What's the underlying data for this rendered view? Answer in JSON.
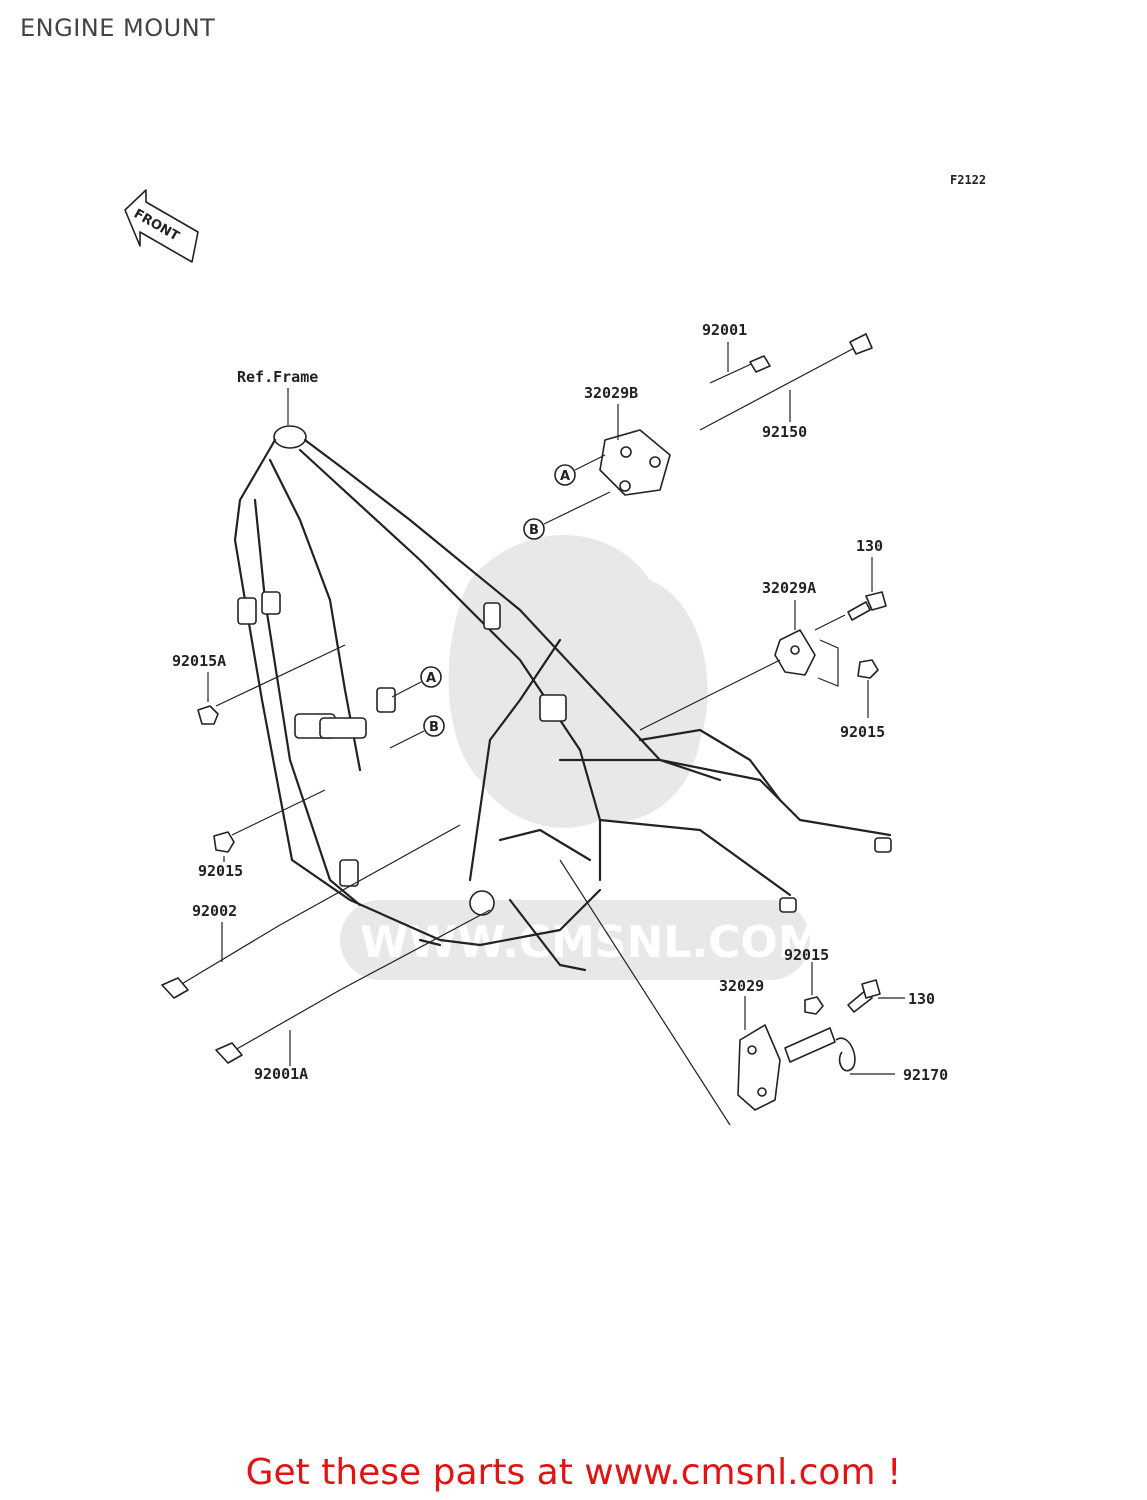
{
  "title": "ENGINE MOUNT",
  "figure_code": "F2122",
  "front_arrow": {
    "label": "FRONT",
    "icon": "front-direction-arrow"
  },
  "frame_reference": "Ref.Frame",
  "watermark": {
    "url_text": "WWW.CMSNL.COM"
  },
  "callouts": {
    "p92001": "92001",
    "p32029B": "32029B",
    "p92150": "92150",
    "p130_top": "130",
    "p32029A": "32029A",
    "p92015_right": "92015",
    "p92015A": "92015A",
    "p92015_left": "92015",
    "p92002": "92002",
    "p92001A": "92001A",
    "p92015_bottom": "92015",
    "p32029": "32029",
    "p130_bottom": "130",
    "p92170": "92170"
  },
  "markers": {
    "a": "A",
    "b": "B"
  },
  "promo_text": "Get these parts at www.cmsnl.com !"
}
